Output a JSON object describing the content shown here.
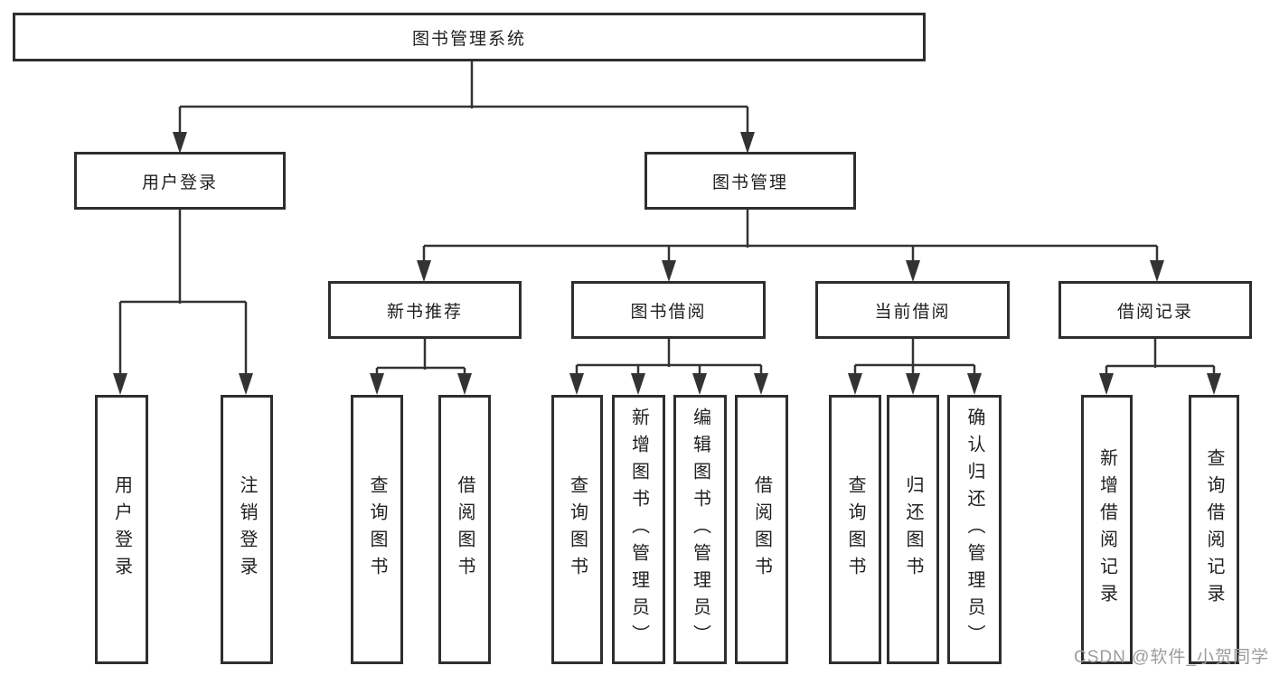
{
  "diagram": {
    "root": {
      "label": "图书管理系统"
    },
    "branches": [
      {
        "label": "用户登录",
        "children": [
          {
            "label": "用户登录"
          },
          {
            "label": "注销登录"
          }
        ]
      },
      {
        "label": "图书管理",
        "children": [
          {
            "label": "新书推荐",
            "children": [
              {
                "label": "查询图书"
              },
              {
                "label": "借阅图书"
              }
            ]
          },
          {
            "label": "图书借阅",
            "children": [
              {
                "label": "查询图书"
              },
              {
                "label": "新增图书（管理员）"
              },
              {
                "label": "编辑图书（管理员）"
              },
              {
                "label": "借阅图书"
              }
            ]
          },
          {
            "label": "当前借阅",
            "children": [
              {
                "label": "查询图书"
              },
              {
                "label": "归还图书"
              },
              {
                "label": "确认归还（管理员）"
              }
            ]
          },
          {
            "label": "借阅记录",
            "children": [
              {
                "label": "新增借阅记录"
              },
              {
                "label": "查询借阅记录"
              }
            ]
          }
        ]
      }
    ]
  },
  "watermark": {
    "text": "CSDN @软件_小贺同学"
  },
  "colors": {
    "line": "#333333",
    "box_border": "#2e2e2e",
    "text": "#1f1f1f",
    "watermark": "#9c9c9c",
    "background": "#ffffff"
  }
}
